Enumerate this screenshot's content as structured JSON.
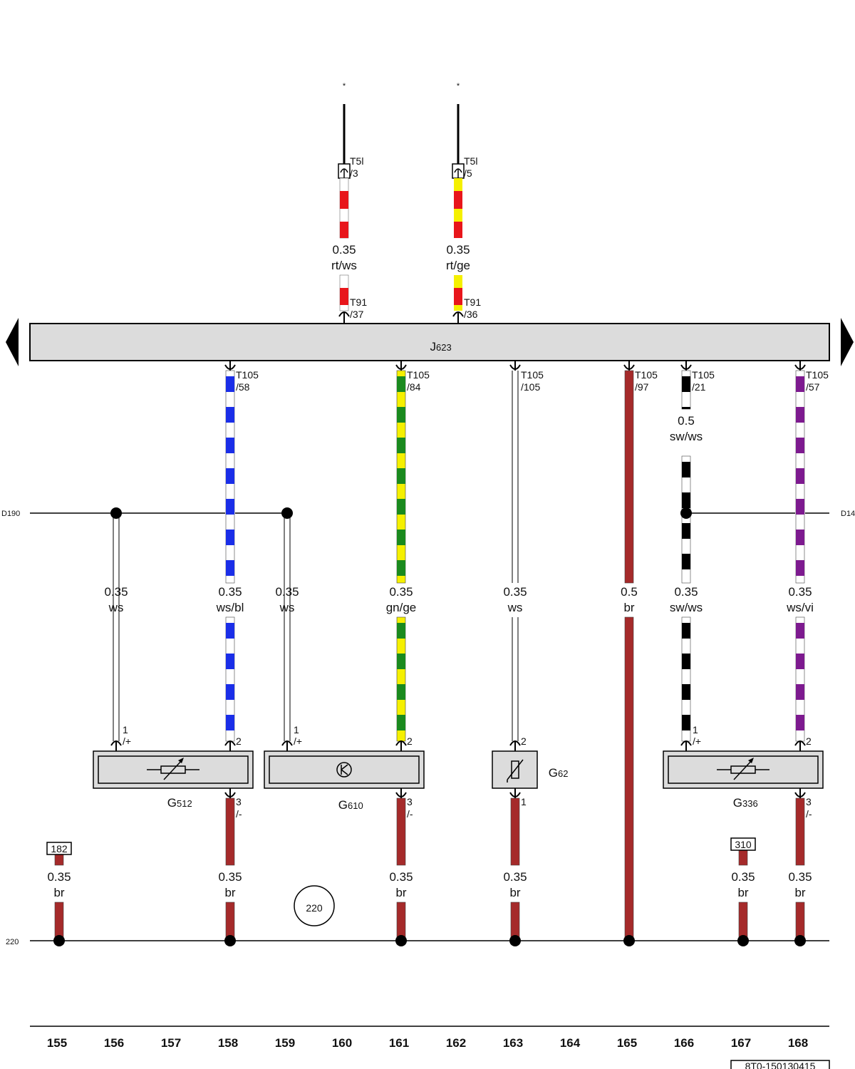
{
  "colors": {
    "rt": "#e8161b",
    "ws": "#ffffff",
    "bl": "#1a2ee8",
    "gn": "#1a8a1e",
    "ge": "#f5f000",
    "sw": "#000000",
    "vi": "#7d1a8f",
    "br": "#a52a2a",
    "component_fill": "#dcdcdc"
  },
  "top_markers": [
    "*",
    "*"
  ],
  "top_connectors": [
    {
      "connector": "T5l",
      "pin": "/3"
    },
    {
      "connector": "T5l",
      "pin": "/5"
    }
  ],
  "top_wires": [
    {
      "gauge": "0.35",
      "color": "rt/ws"
    },
    {
      "gauge": "0.35",
      "color": "rt/ge"
    }
  ],
  "ecu_top_pins": [
    {
      "connector": "T91",
      "pin": "/37"
    },
    {
      "connector": "T91",
      "pin": "/36"
    }
  ],
  "ecu": {
    "letter": "J",
    "index": "623"
  },
  "ecu_bottom_pins": [
    {
      "connector": "T105",
      "pin": "/58"
    },
    {
      "connector": "T105",
      "pin": "/84"
    },
    {
      "connector": "T105",
      "pin": "/105"
    },
    {
      "connector": "T105",
      "pin": "/97"
    },
    {
      "connector": "T105",
      "pin": "/21"
    },
    {
      "connector": "T105",
      "pin": "/57"
    }
  ],
  "mid_wire": {
    "gauge": "0.5",
    "color": "sw/ws"
  },
  "bus_labels": {
    "left": "D190",
    "right": "D14",
    "ground": "220"
  },
  "lower_wires": [
    {
      "gauge": "0.35",
      "color": "ws"
    },
    {
      "gauge": "0.35",
      "color": "ws/bl"
    },
    {
      "gauge": "0.35",
      "color": "ws"
    },
    {
      "gauge": "0.35",
      "color": "gn/ge"
    },
    {
      "gauge": "0.35",
      "color": "ws"
    },
    {
      "gauge": "0.5",
      "color": "br"
    },
    {
      "gauge": "0.35",
      "color": "sw/ws"
    },
    {
      "gauge": "0.35",
      "color": "ws/vi"
    }
  ],
  "component_pins": [
    {
      "num": "1",
      "sign": "/+"
    },
    {
      "num": "2",
      "sign": ""
    },
    {
      "num": "1",
      "sign": "/+"
    },
    {
      "num": "2",
      "sign": ""
    },
    {
      "num": "2",
      "sign": ""
    },
    {
      "num": "1",
      "sign": "/+"
    },
    {
      "num": "2",
      "sign": ""
    }
  ],
  "components": [
    {
      "letter": "G",
      "index": "512"
    },
    {
      "letter": "G",
      "index": "610"
    },
    {
      "letter": "G",
      "index": "62"
    },
    {
      "letter": "G",
      "index": "336"
    }
  ],
  "ground_pins": [
    {
      "num": "3",
      "sign": "/-"
    },
    {
      "num": "3",
      "sign": "/-"
    },
    {
      "num": "1",
      "sign": ""
    },
    {
      "num": "3",
      "sign": "/-"
    }
  ],
  "refs": [
    "182",
    "310"
  ],
  "ground_circle": "220",
  "ground_wires": [
    {
      "gauge": "0.35",
      "color": "br"
    },
    {
      "gauge": "0.35",
      "color": "br"
    },
    {
      "gauge": "0.35",
      "color": "br"
    },
    {
      "gauge": "0.35",
      "color": "br"
    },
    {
      "gauge": "0.35",
      "color": "br"
    },
    {
      "gauge": "0.35",
      "color": "br"
    }
  ],
  "columns": [
    "155",
    "156",
    "157",
    "158",
    "159",
    "160",
    "161",
    "162",
    "163",
    "164",
    "165",
    "166",
    "167",
    "168"
  ],
  "doc_id": "8T0-150130415"
}
